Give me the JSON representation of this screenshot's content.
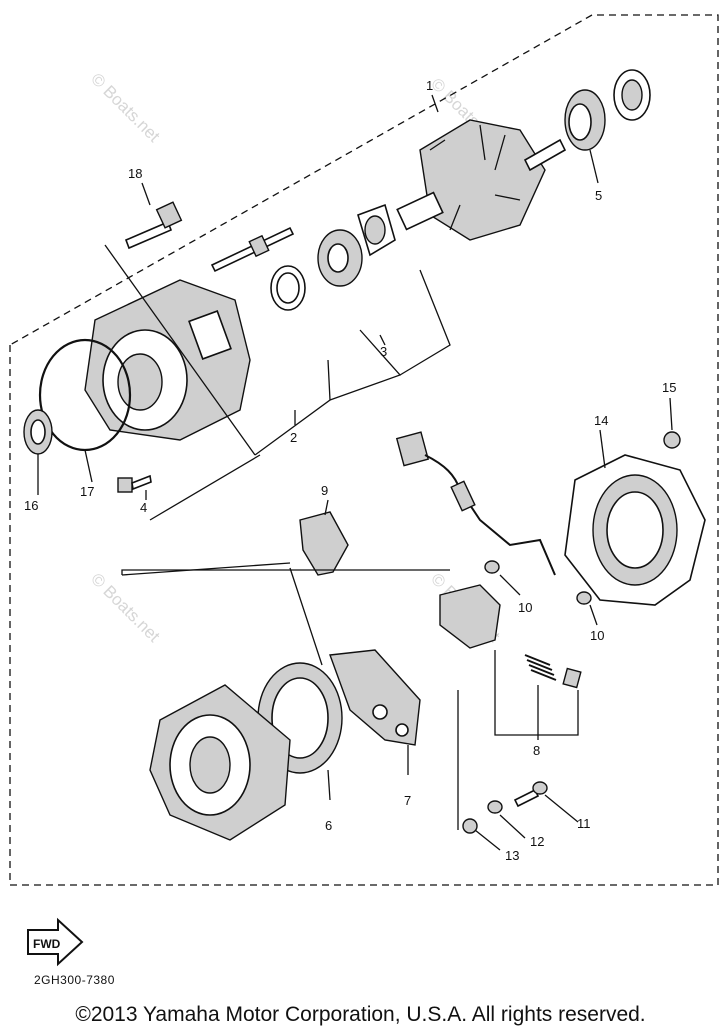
{
  "callouts": [
    {
      "num": "1"
    },
    {
      "num": "2"
    },
    {
      "num": "3"
    },
    {
      "num": "4"
    },
    {
      "num": "5"
    },
    {
      "num": "6"
    },
    {
      "num": "7"
    },
    {
      "num": "8"
    },
    {
      "num": "9"
    },
    {
      "num": "10"
    },
    {
      "num": "10"
    },
    {
      "num": "11"
    },
    {
      "num": "12"
    },
    {
      "num": "13"
    },
    {
      "num": "14"
    },
    {
      "num": "15"
    },
    {
      "num": "16"
    },
    {
      "num": "17"
    },
    {
      "num": "18"
    }
  ],
  "watermark": "© Boats.net",
  "fwd_label": "FWD",
  "diagram_code": "2GH300-7380",
  "copyright": "©2013 Yamaha Motor Corporation, U.S.A. All rights reserved."
}
